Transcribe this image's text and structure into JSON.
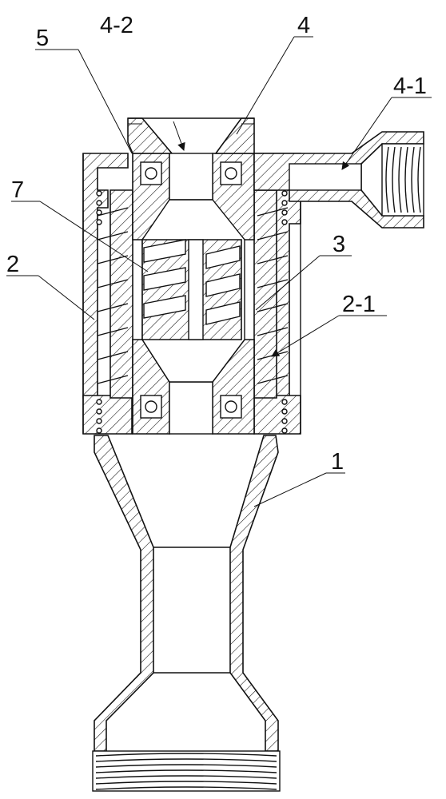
{
  "labels": {
    "l5": "5",
    "l4_2": "4-2",
    "l4": "4",
    "l4_1": "4-1",
    "l7": "7",
    "l3": "3",
    "l2": "2",
    "l2_1": "2-1",
    "l1": "1"
  },
  "colors": {
    "ink": "#111111",
    "paper": "#ffffff"
  }
}
